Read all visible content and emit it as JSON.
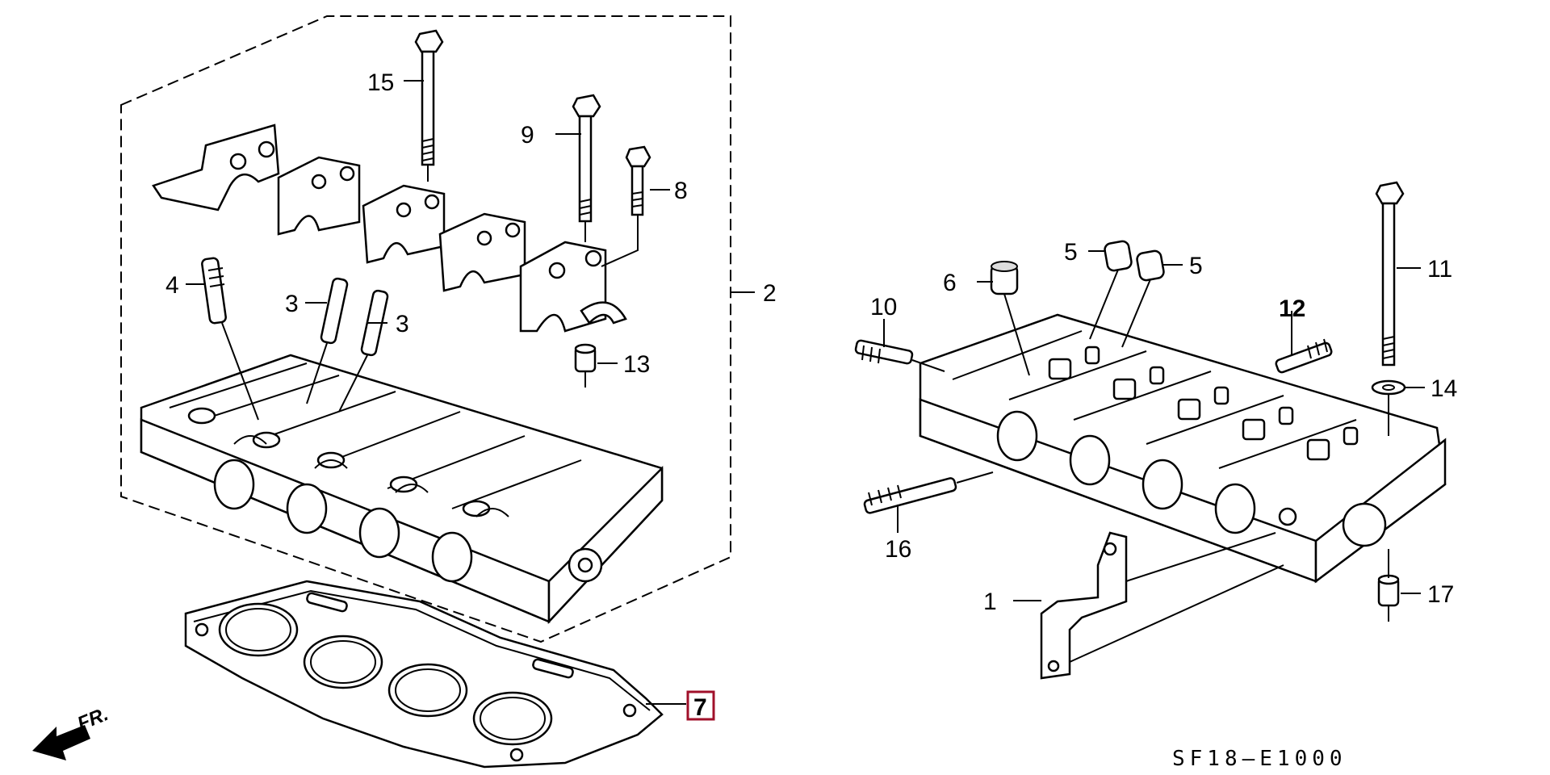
{
  "diagram": {
    "code": "SF18–E1000",
    "direction_label": "FR.",
    "callouts": [
      "1",
      "2",
      "3",
      "3",
      "4",
      "5",
      "5",
      "6",
      "7",
      "8",
      "9",
      "10",
      "11",
      "12",
      "13",
      "14",
      "15",
      "16",
      "17"
    ],
    "highlighted": "7"
  }
}
